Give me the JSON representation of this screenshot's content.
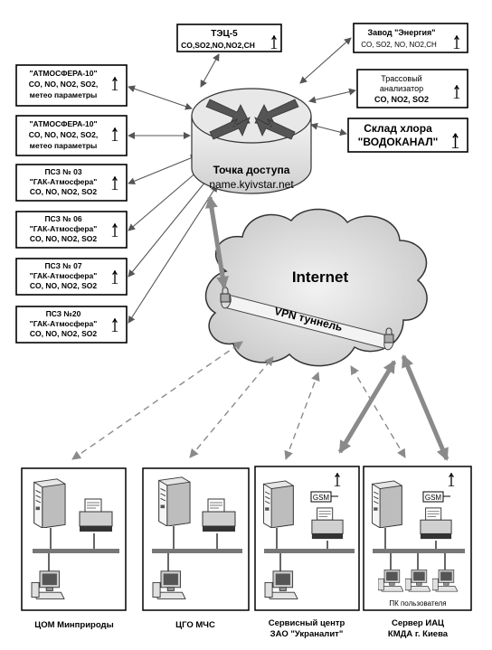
{
  "access_point": {
    "title": "Точка доступа",
    "host": "name.kyivstar.net"
  },
  "top_station": {
    "name": "ТЭЦ-5",
    "params": "CO,SO2,NO,NO2,CH"
  },
  "left_stations": [
    {
      "lines": [
        "\"АТМОСФЕРА-10\"",
        "CO, NO, NO2, SO2,",
        "метео параметры"
      ]
    },
    {
      "lines": [
        "\"АТМОСФЕРА-10\"",
        "CO, NO, NO2, SO2,",
        "метео параметры"
      ]
    },
    {
      "lines": [
        "ПСЗ  № 03",
        "\"ГАК-Атмосфера\"",
        "CO, NO, NO2, SO2"
      ]
    },
    {
      "lines": [
        "ПСЗ   № 06",
        "\"ГАК-Атмосфера\"",
        "CO, NO, NO2, SO2"
      ]
    },
    {
      "lines": [
        "ПСЗ  № 07",
        "\"ГАК-Атмосфера\"",
        "CO, NO, NO2, SO2"
      ]
    },
    {
      "lines": [
        "ПСЗ №20",
        "\"ГАК-Атмосфера\"",
        "CO, NO, NO2, SO2"
      ]
    }
  ],
  "right_stations": [
    {
      "lines": [
        "Завод \"Энергия\"",
        "CO, SO2, NO, NO2,CH"
      ]
    },
    {
      "lines": [
        "Трассовый",
        "анализатор",
        "CO, NO2, SO2"
      ]
    },
    {
      "lines": [
        "Склад хлора",
        "\"ВОДОКАНАЛ\""
      ]
    }
  ],
  "internet": {
    "label": "Internet",
    "vpn_label": "VPN туннель"
  },
  "gsm_label": "GSM",
  "user_pc_label": "ПК пользователя",
  "sites": [
    {
      "lines": [
        "ЦОМ  Минприроды"
      ]
    },
    {
      "lines": [
        "ЦГО МЧС"
      ]
    },
    {
      "lines": [
        "Сервисный центр",
        "ЗАО \"Украналит\""
      ]
    },
    {
      "lines": [
        "Сервер ИАЦ",
        "КМДА г. Киева"
      ]
    }
  ]
}
